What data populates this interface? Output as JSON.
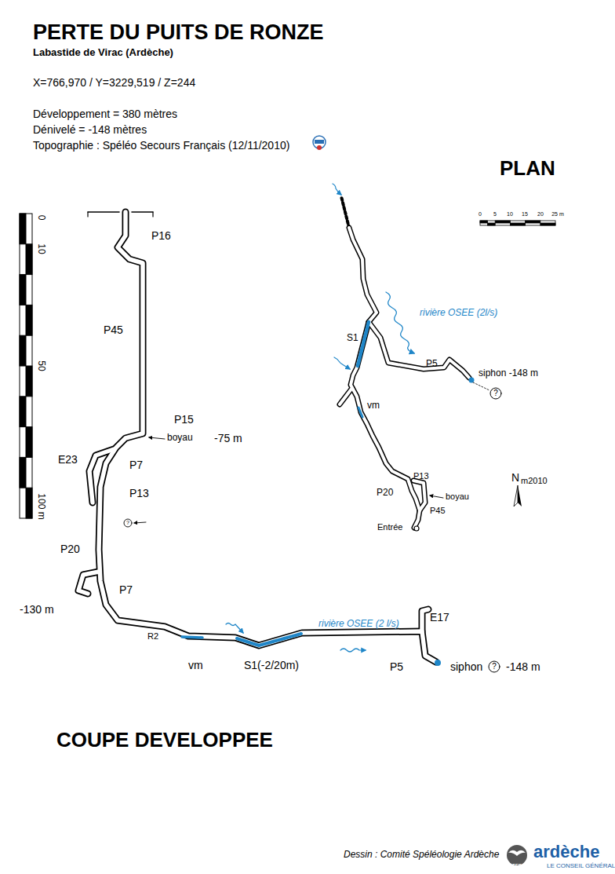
{
  "diagram": {
    "title": "PERTE DU PUITS DE RONZE",
    "labels": [
      "Labastide de Virac (Ardèche)",
      "X=766,970 / Y=3229,519 / Z=244",
      "Développement = 380 mètres",
      "Dénivelé = -148 mètres",
      "Topographie : Spéléo Secours Français (12/11/2010)",
      "PLAN",
      "0",
      "5",
      "10",
      "15",
      "20",
      "25 m",
      "rivière OSEE (2l/s)",
      "S1",
      "P5",
      "siphon -148 m",
      "?",
      "vm",
      "P13",
      "P20",
      "boyau",
      "P45",
      "Entrée",
      "N",
      "m2010",
      "0",
      "10",
      "50",
      "100 m",
      "P16",
      "P45",
      "P15",
      "boyau",
      "-75 m",
      "E23",
      "P7",
      "P13",
      "?",
      "P20",
      "P7",
      "-130 m",
      "R2",
      "vm",
      "S1(-2/20m)",
      "rivière OSEE (2 l/s)",
      "E17",
      "P5",
      "siphon",
      "?",
      "-148 m",
      "COUPE DEVELOPPEE",
      "Dessin : Comité Spéléologie Ardèche",
      "FFS",
      "ardèche",
      "LE CONSEIL GÉNÉRAL"
    ]
  }
}
